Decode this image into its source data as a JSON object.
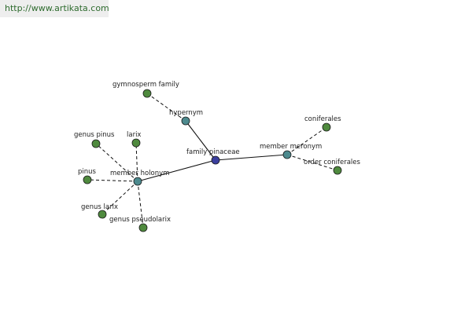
{
  "site_url": "http://www.artikata.com",
  "colors": {
    "center": "#3b3f9e",
    "relation": "#4d8a8e",
    "leaf": "#4f8a3e"
  },
  "nodes": {
    "center": "family pinaceae",
    "hypernym": "hypernym",
    "member_holonym": "member holonym",
    "member_meronym": "member meronym",
    "gymnosperm_family": "gymnosperm family",
    "coniferales": "coniferales",
    "order_coniferales": "order coniferales",
    "genus_pinus": "genus pinus",
    "larix": "larix",
    "pinus": "pinus",
    "genus_larix": "genus larix",
    "genus_pseudolarix": "genus pseudolarix"
  }
}
